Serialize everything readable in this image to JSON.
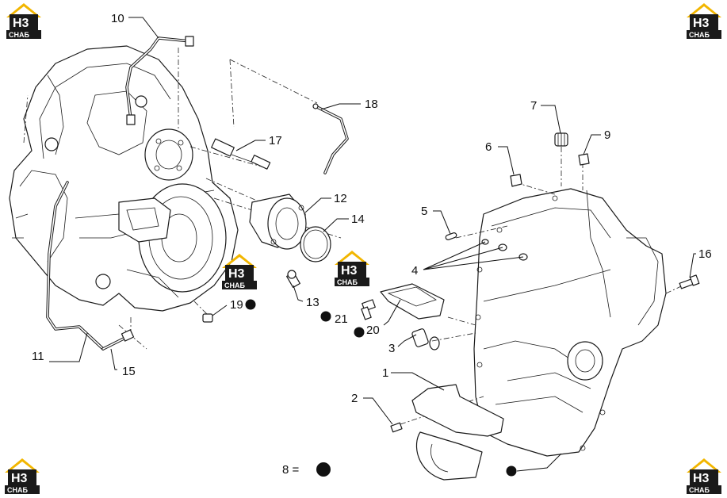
{
  "logo": {
    "mark": "Н3",
    "caption": "СНАБ",
    "color_roof": "#f2b600",
    "color_dark": "#1a1a1a"
  },
  "callouts": [
    {
      "id": "c1",
      "text": "1"
    },
    {
      "id": "c2",
      "text": "2"
    },
    {
      "id": "c3",
      "text": "3"
    },
    {
      "id": "c4",
      "text": "4"
    },
    {
      "id": "c5",
      "text": "5"
    },
    {
      "id": "c6",
      "text": "6"
    },
    {
      "id": "c7",
      "text": "7"
    },
    {
      "id": "c9",
      "text": "9"
    },
    {
      "id": "c10",
      "text": "10"
    },
    {
      "id": "c11",
      "text": "11"
    },
    {
      "id": "c12",
      "text": "12"
    },
    {
      "id": "c13",
      "text": "13"
    },
    {
      "id": "c14",
      "text": "14"
    },
    {
      "id": "c15",
      "text": "15"
    },
    {
      "id": "c16",
      "text": "16"
    },
    {
      "id": "c17",
      "text": "17"
    },
    {
      "id": "c18",
      "text": "18"
    },
    {
      "id": "c19",
      "text": "19"
    },
    {
      "id": "c20",
      "text": "20"
    },
    {
      "id": "c21",
      "text": "21"
    }
  ],
  "legend": {
    "label": "8 =",
    "marker": "filled-dot"
  }
}
